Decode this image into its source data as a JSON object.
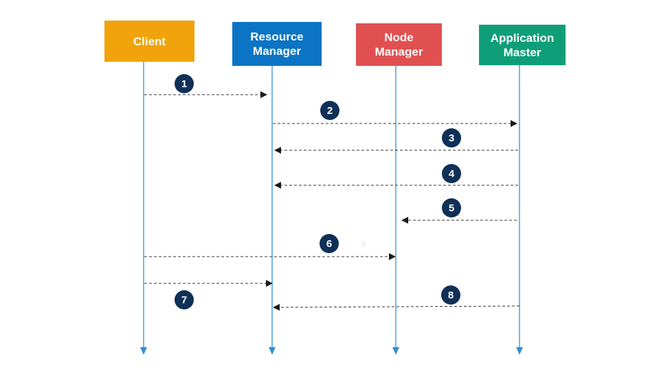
{
  "actors": [
    {
      "id": "client",
      "label": "Client",
      "color": "#F0A30A"
    },
    {
      "id": "rm",
      "label": "Resource\nManager",
      "color": "#0B74C4"
    },
    {
      "id": "nm",
      "label": "Node\nManager",
      "color": "#E05050"
    },
    {
      "id": "am",
      "label": "Application\nMaster",
      "color": "#0E9F78"
    }
  ],
  "lifeline_color": "#2F8FD8",
  "badge_color": "#0F3057",
  "messages": [
    {
      "number": "1",
      "from": "Client",
      "to": "Resource Manager"
    },
    {
      "number": "2",
      "from": "Resource Manager",
      "to": "Application Master"
    },
    {
      "number": "3",
      "from": "Application Master",
      "to": "Resource Manager"
    },
    {
      "number": "4",
      "from": "Application Master",
      "to": "Resource Manager"
    },
    {
      "number": "5",
      "from": "Application Master",
      "to": "Node Manager"
    },
    {
      "number": "6",
      "from": "Client",
      "to": "Node Manager"
    },
    {
      "number": "7",
      "from": "Client",
      "to": "Resource Manager"
    },
    {
      "number": "8",
      "from": "Application Master",
      "to": "Resource Manager"
    }
  ],
  "faint_label": "6"
}
